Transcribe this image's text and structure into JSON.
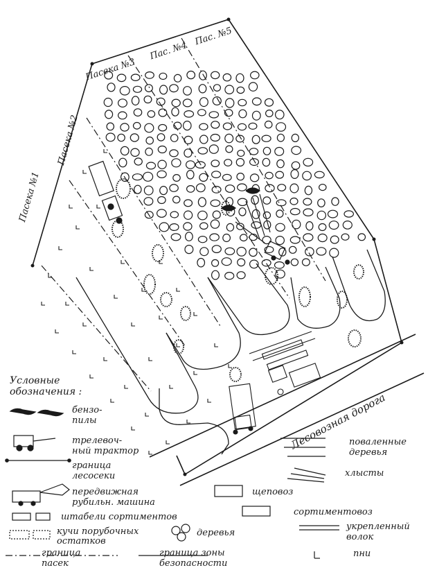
{
  "plots": {
    "p1": "Пасека №1",
    "p2": "Пасека №2",
    "p3": "Пасека №3",
    "p4": "Пас. №4",
    "p5": "Пас. №5"
  },
  "road_label": "Лесовозная дорога",
  "legend": {
    "title": "Условные\nобозначения :",
    "chainsaws": "бензо-\nпилы",
    "skidder": "трелевоч-\nный трактор",
    "boundary": "граница\nлесосеки",
    "chipper": "передвижная\nрубильн. машина",
    "stacks": "штабели сортиментов",
    "slash": "кучи порубочных\nостатков",
    "trees": "деревья",
    "plot_border": "граница\nпасек",
    "safety_zone": "граница зоны\nбезопасности",
    "felled": "поваленные\nдеревья",
    "stems": "хлысты",
    "chip_truck": "щеповоз",
    "log_truck": "сортиментовоз",
    "trail": "укрепленный\nволок",
    "stumps": "пни"
  }
}
